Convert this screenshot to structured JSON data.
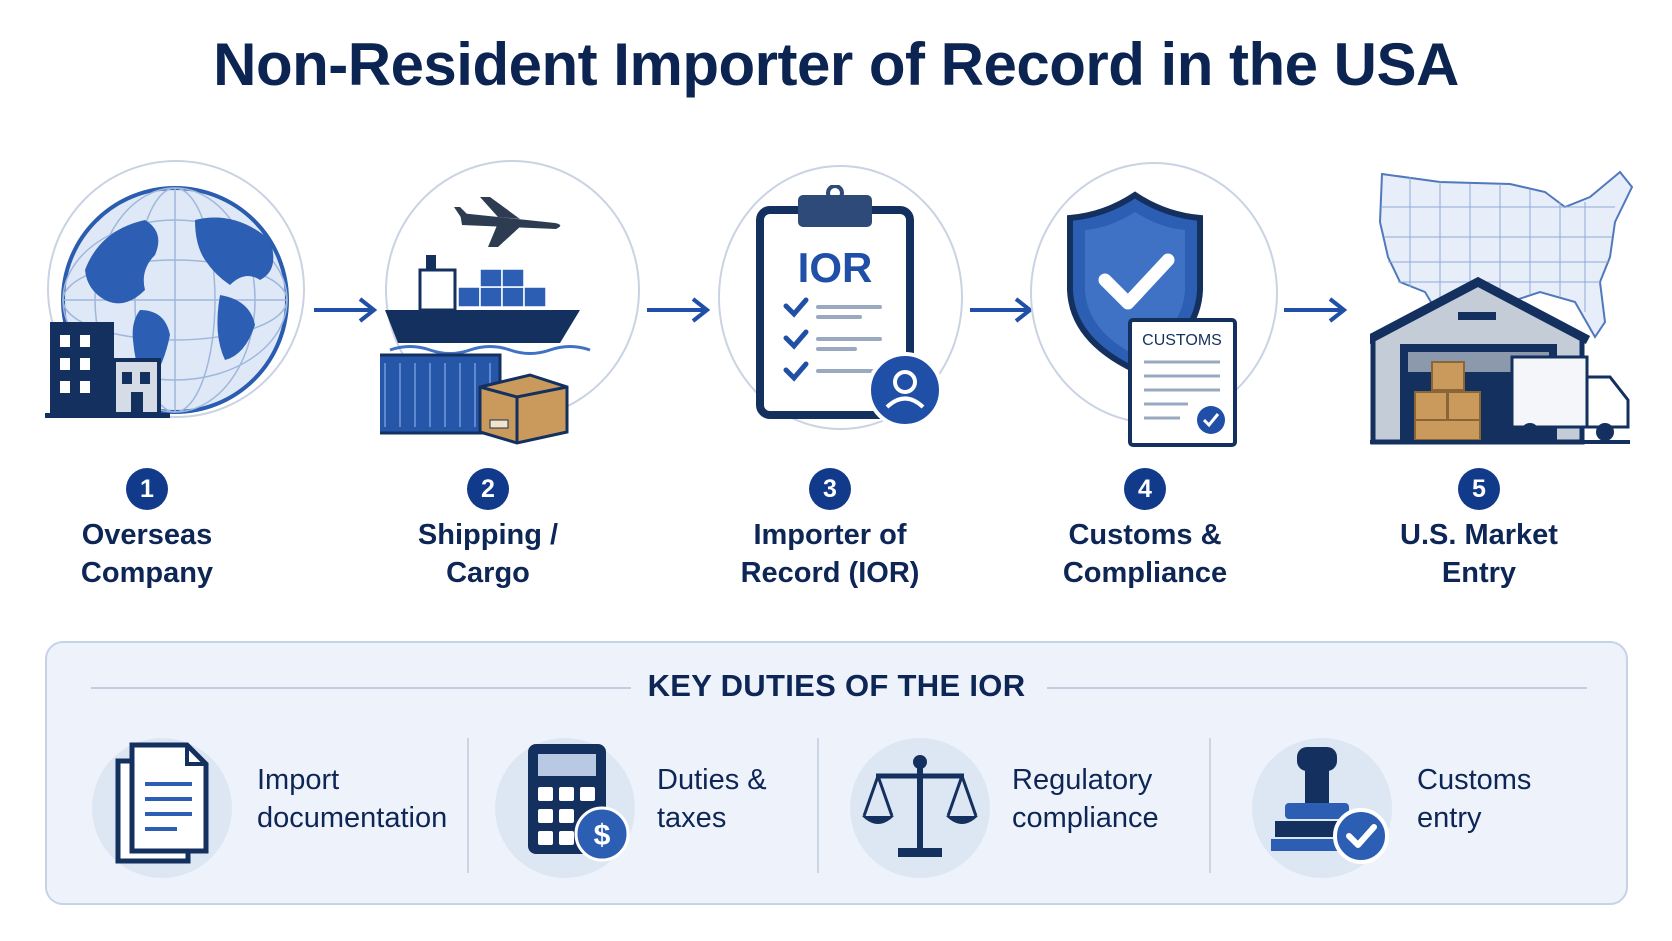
{
  "title": "Non-Resident Importer of Record in the USA",
  "steps": [
    {
      "number": "1",
      "label_line1": "Overseas",
      "label_line2": "Company",
      "icon": "globe-building-icon"
    },
    {
      "number": "2",
      "label_line1": "Shipping /",
      "label_line2": "Cargo",
      "icon": "cargo-ship-icon"
    },
    {
      "number": "3",
      "label_line1": "Importer of",
      "label_line2": "Record (IOR)",
      "icon": "ior-clipboard-icon",
      "clipboard_text": "IOR"
    },
    {
      "number": "4",
      "label_line1": "Customs &",
      "label_line2": "Compliance",
      "icon": "shield-customs-icon",
      "doc_text": "CUSTOMS"
    },
    {
      "number": "5",
      "label_line1": "U.S. Market",
      "label_line2": "Entry",
      "icon": "usa-warehouse-icon"
    }
  ],
  "duties": {
    "title": "KEY DUTIES OF THE IOR",
    "items": [
      {
        "label_line1": "Import",
        "label_line2": "documentation",
        "icon": "documents-icon"
      },
      {
        "label_line1": "Duties &",
        "label_line2": "taxes",
        "icon": "calculator-dollar-icon"
      },
      {
        "label_line1": "Regulatory",
        "label_line2": "compliance",
        "icon": "scales-icon"
      },
      {
        "label_line1": "Customs",
        "label_line2": "entry",
        "icon": "stamp-check-icon"
      }
    ]
  },
  "colors": {
    "navy": "#0d2656",
    "blue": "#1f4fa6",
    "mid_blue": "#3f72c4",
    "light_blue": "#dde6f3",
    "panel_bg": "#eef3fb"
  }
}
